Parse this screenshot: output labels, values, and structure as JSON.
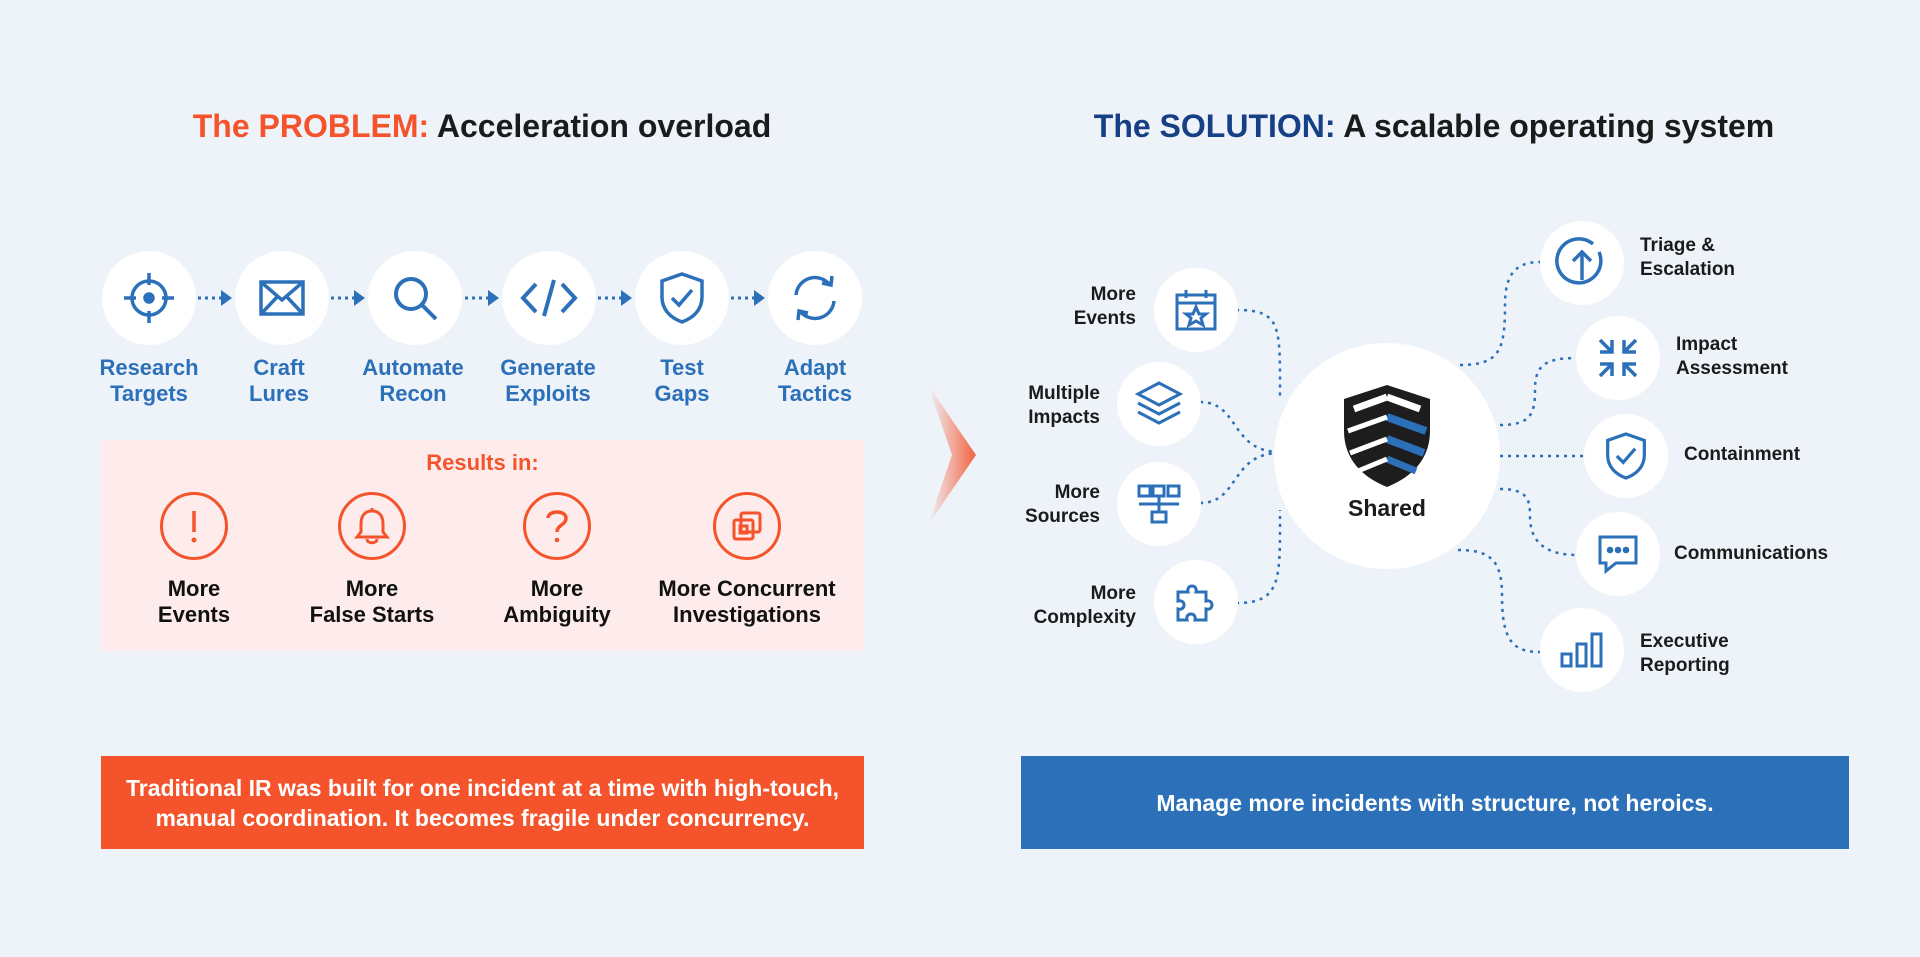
{
  "problem": {
    "title_accent": "The PROBLEM:",
    "title_rest": " Acceleration overload",
    "steps": [
      {
        "line1": "Research",
        "line2": "Targets",
        "icon": "crosshair-icon"
      },
      {
        "line1": "Craft",
        "line2": "Lures",
        "icon": "envelope-icon"
      },
      {
        "line1": "Automate",
        "line2": "Recon",
        "icon": "search-icon"
      },
      {
        "line1": "Generate",
        "line2": "Exploits",
        "icon": "code-icon"
      },
      {
        "line1": "Test",
        "line2": "Gaps",
        "icon": "shield-check-icon"
      },
      {
        "line1": "Adapt",
        "line2": "Tactics",
        "icon": "refresh-icon"
      }
    ],
    "results_title": "Results in:",
    "results": [
      {
        "line1": "More",
        "line2": "Events",
        "icon": "exclamation-icon"
      },
      {
        "line1": "More",
        "line2": "False Starts",
        "icon": "bell-icon"
      },
      {
        "line1": "More",
        "line2": "Ambiguity",
        "icon": "question-icon"
      },
      {
        "line1": "More Concurrent",
        "line2": "Investigations",
        "icon": "copy-icon"
      }
    ],
    "banner_line1": "Traditional IR was built for one incident at a time with high-touch,",
    "banner_line2": "manual coordination. It becomes fragile under concurrency."
  },
  "solution": {
    "title_accent": "The SOLUTION:",
    "title_rest": " A scalable operating system",
    "hub_label": "Shared",
    "inputs": [
      {
        "line1": "More",
        "line2": "Events",
        "icon": "calendar-star-icon"
      },
      {
        "line1": "Multiple",
        "line2": "Impacts",
        "icon": "layers-icon"
      },
      {
        "line1": "More",
        "line2": "Sources",
        "icon": "hierarchy-icon"
      },
      {
        "line1": "More",
        "line2": "Complexity",
        "icon": "puzzle-icon"
      }
    ],
    "outputs": [
      {
        "line1": "Triage &",
        "line2": "Escalation",
        "icon": "arrow-up-circle-icon"
      },
      {
        "line1": "Impact",
        "line2": "Assessment",
        "icon": "compress-icon"
      },
      {
        "line1": "Containment",
        "line2": "",
        "icon": "shield-check-icon"
      },
      {
        "line1": "Communications",
        "line2": "",
        "icon": "chat-icon"
      },
      {
        "line1": "Executive",
        "line2": "Reporting",
        "icon": "bar-chart-icon"
      }
    ],
    "banner": "Manage more incidents with structure, not heroics."
  },
  "colors": {
    "red": "#f4532b",
    "blue": "#2b70b8",
    "navy": "#163f86",
    "background": "#eef3fa",
    "pink_panel": "#fdeceb"
  }
}
